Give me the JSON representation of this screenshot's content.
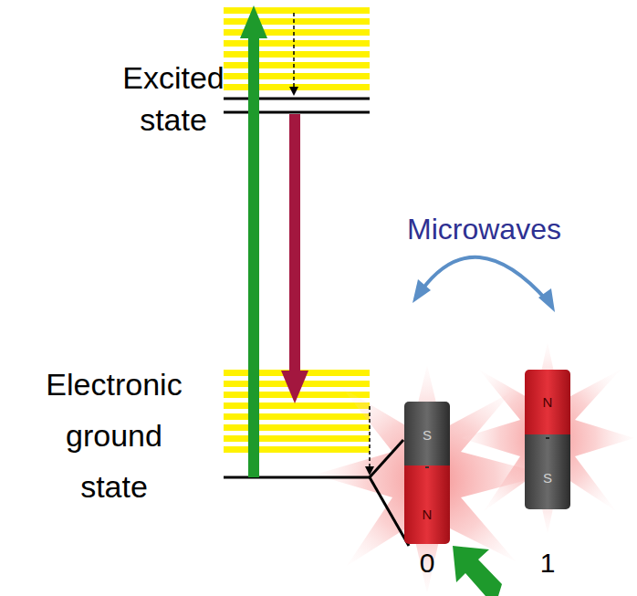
{
  "diagram": {
    "labels": [
      "Excited state",
      "Electronic ground state",
      "Microwaves",
      "S",
      "N",
      "N",
      "S",
      "0",
      "1"
    ]
  }
}
